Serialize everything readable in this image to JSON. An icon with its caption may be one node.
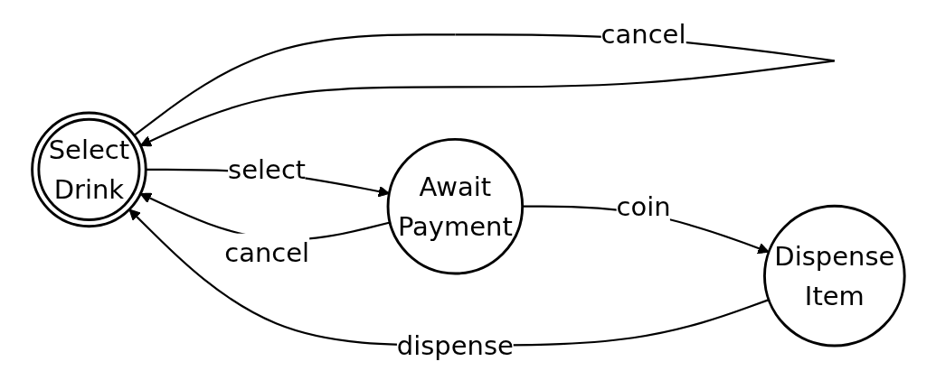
{
  "diagram": {
    "nodes": [
      {
        "text": [
          "Select Drink"
        ]
      },
      {
        "text": [
          "Await Payment"
        ]
      },
      {
        "text": [
          "Dispense Item"
        ]
      }
    ],
    "edges": [
      {
        "from": 0,
        "to": 0,
        "arrow": "to",
        "label": "cancel"
      },
      {
        "from": 0,
        "to": 1,
        "arrow": "to",
        "label": "select"
      },
      {
        "from": 1,
        "to": 2,
        "arrow": "to",
        "label": "coin"
      },
      {
        "from": 1,
        "to": 0,
        "arrow": "to",
        "label": "cancel"
      },
      {
        "from": 2,
        "to": 0,
        "arrow": "to",
        "label": "dispense"
      }
    ]
  }
}
